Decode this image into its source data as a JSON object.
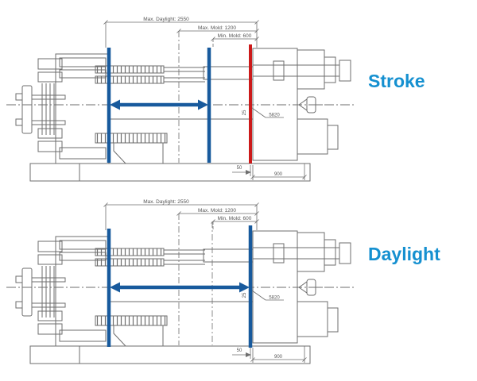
{
  "colors": {
    "overlay_blue": "#185a9d",
    "overlay_red": "#cc1a1a",
    "label_blue": "#1590d0",
    "line_gray": "#6e6e6e"
  },
  "diagrams": [
    {
      "label": "Stroke",
      "dims": {
        "max_daylight": "Max. Daylight: 2550",
        "max_mold": "Max. Mold: 1200",
        "min_mold": "Min. Mold: 600",
        "leader": "5820",
        "platen_offset": "25",
        "foot_offset": "50",
        "base_width": "900"
      }
    },
    {
      "label": "Daylight",
      "dims": {
        "max_daylight": "Max. Daylight: 2550",
        "max_mold": "Max. Mold: 1200",
        "min_mold": "Min. Mold: 600",
        "leader": "5820",
        "platen_offset": "25",
        "foot_offset": "50",
        "base_width": "900"
      }
    }
  ]
}
